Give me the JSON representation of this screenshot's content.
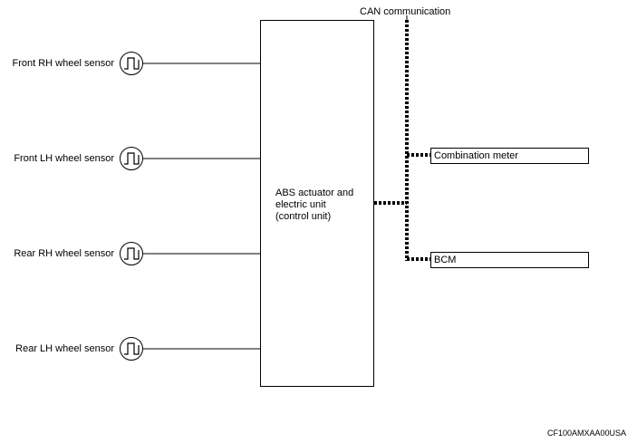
{
  "can": {
    "label": "CAN communication"
  },
  "ecu": {
    "label": "ABS actuator and electric unit (control unit)",
    "lines": [
      "ABS actuator and",
      "electric unit",
      "(control unit)"
    ]
  },
  "sensors": [
    {
      "label": "Front RH wheel sensor",
      "icon": "square-wave-icon"
    },
    {
      "label": "Front LH wheel sensor",
      "icon": "square-wave-icon"
    },
    {
      "label": "Rear RH wheel sensor",
      "icon": "square-wave-icon"
    },
    {
      "label": "Rear LH wheel sensor",
      "icon": "square-wave-icon"
    }
  ],
  "modules": [
    {
      "label": "Combination meter"
    },
    {
      "label": "BCM"
    }
  ],
  "figure_code": "CF100AMXAA00USA"
}
